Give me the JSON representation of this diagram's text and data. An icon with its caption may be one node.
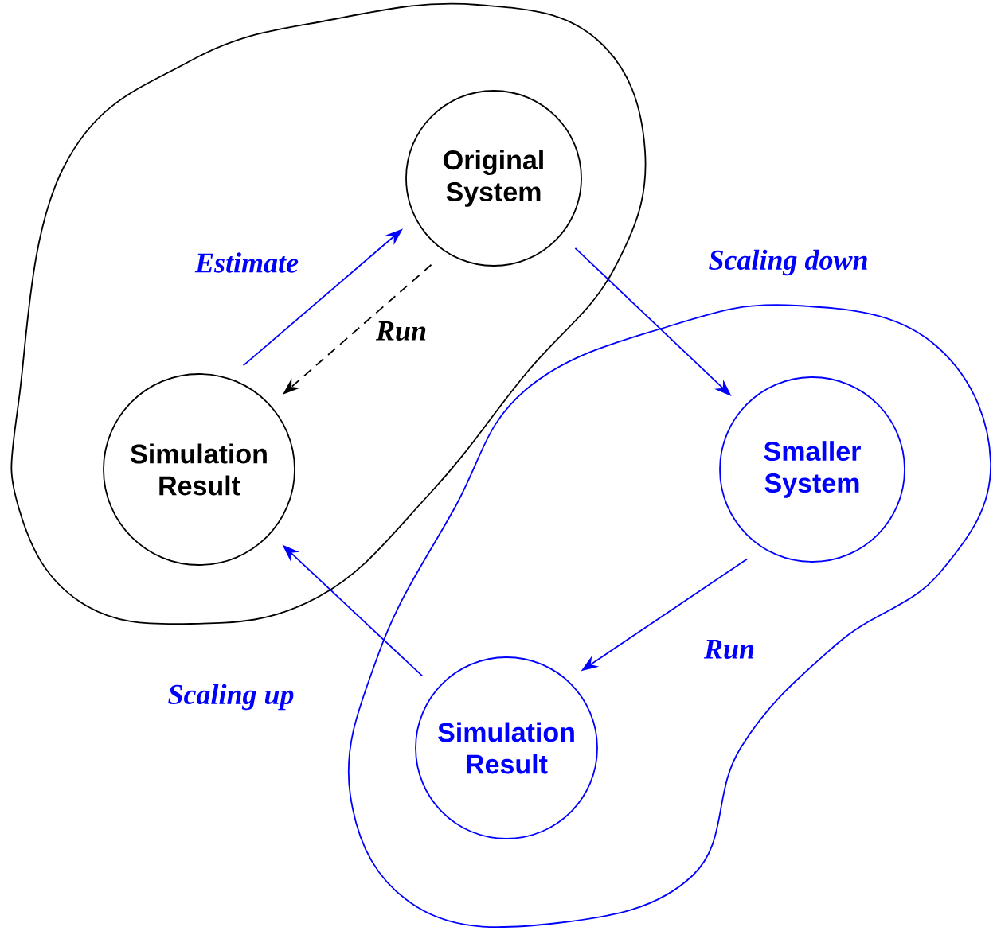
{
  "diagram": {
    "nodes": [
      {
        "text": [],
        "shape": "cloud"
      },
      {
        "text": [
          "Original System"
        ],
        "in": 0
      },
      {
        "text": [
          "Simulation Result"
        ],
        "in": 0
      },
      {
        "text": [],
        "shape": "cloud"
      },
      {
        "text": [
          "Smaller System"
        ],
        "in": 3
      },
      {
        "text": [
          "Simulation Result"
        ],
        "in": 3
      }
    ],
    "edges": [
      {
        "from": 2,
        "to": 1,
        "arrow": "to",
        "label": "Estimate"
      },
      {
        "from": 1,
        "to": 2,
        "arrow": "to",
        "label": "Run",
        "style": "dashed",
        "color": "#000000"
      },
      {
        "from": 1,
        "to": 4,
        "arrow": "to",
        "label": "Scaling down"
      },
      {
        "from": 4,
        "to": 5,
        "arrow": "to",
        "label": "Run"
      },
      {
        "from": 5,
        "to": 2,
        "arrow": "to",
        "label": "Scaling up"
      }
    ]
  }
}
